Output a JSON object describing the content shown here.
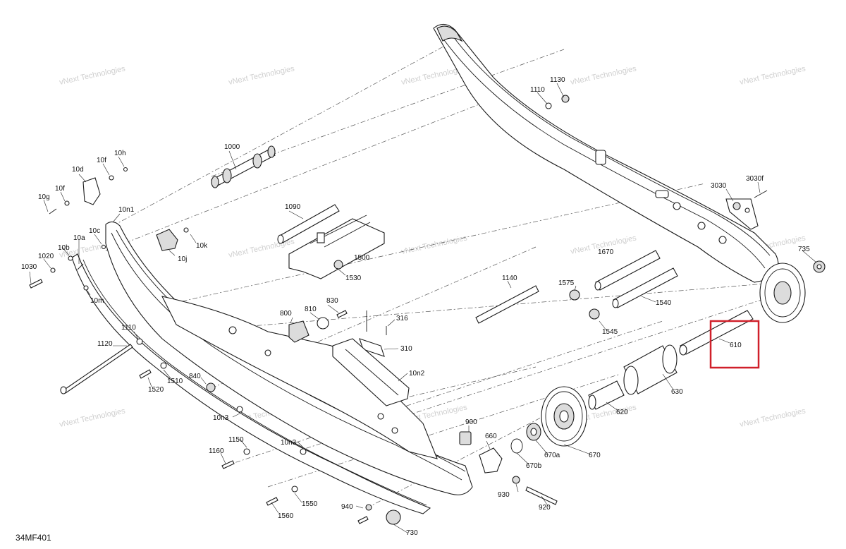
{
  "diagram": {
    "reference": "34MF401",
    "watermark": "vNext Technologies",
    "highlight_color": "#d0202a",
    "highlighted_part": "610",
    "labels": {
      "p1000": "1000",
      "p1090": "1090",
      "p1500": "1500",
      "p1530": "1530",
      "p1110a": "1110",
      "p1130": "1130",
      "p3030": "3030",
      "p3030f": "3030f",
      "p735": "735",
      "p1670": "1670",
      "p1540": "1540",
      "p1575": "1575",
      "p1545": "1545",
      "p1140": "1140",
      "p610": "610",
      "p630": "630",
      "p620": "620",
      "p670": "670",
      "p670a": "670a",
      "p670b": "670b",
      "p660": "660",
      "p900": "900",
      "p930": "930",
      "p920": "920",
      "p730": "730",
      "p940": "940",
      "p1560": "1560",
      "p1550": "1550",
      "p1160": "1160",
      "p1150": "1150",
      "p10n3a": "10n3",
      "p10n3b": "10n3",
      "p840": "840",
      "p1520": "1520",
      "p1510": "1510",
      "p1120": "1120",
      "p1110b": "1110",
      "p800": "800",
      "p810": "810",
      "p830": "830",
      "p316": "316",
      "p310": "310",
      "p10n2": "10n2",
      "p10n1": "10n1",
      "p10j": "10j",
      "p10k": "10k",
      "p10d": "10d",
      "p10h": "10h",
      "p10f1": "10f",
      "p10f2": "10f",
      "p10g": "10g",
      "p10c": "10c",
      "p10a": "10a",
      "p10b": "10b",
      "p1020": "1020",
      "p1030": "1030",
      "p10m": "10m"
    }
  }
}
